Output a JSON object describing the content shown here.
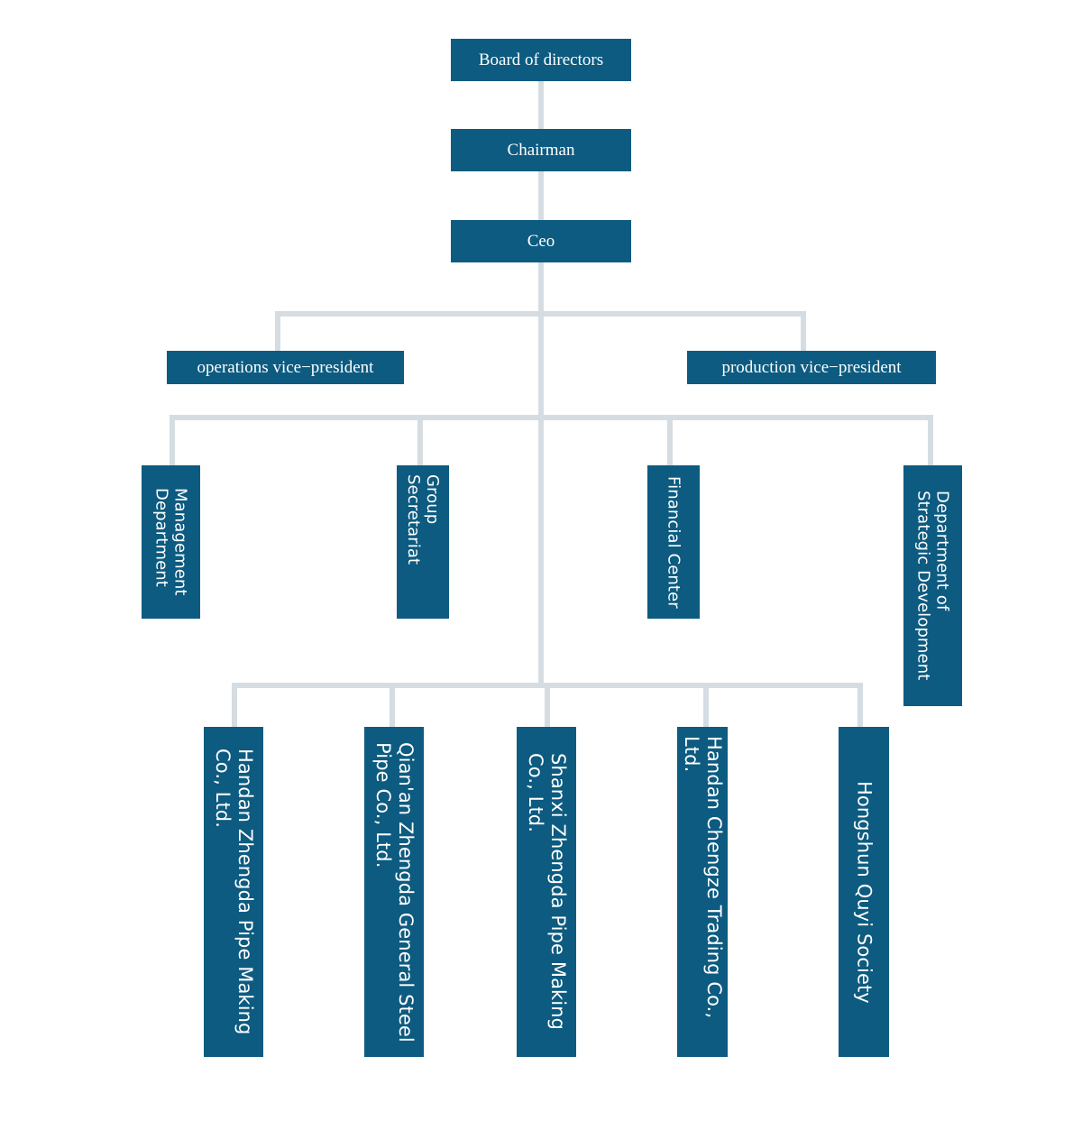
{
  "diagram": {
    "title": "Organizational structure chart",
    "colors": {
      "node_fill": "#0d5b80",
      "node_text": "#ffffff",
      "connector": "#d5dde2",
      "background": "#ffffff"
    }
  },
  "nodes": {
    "board": {
      "label": "Board of directors"
    },
    "chairman": {
      "label": "Chairman"
    },
    "ceo": {
      "label": "Ceo"
    },
    "vp_operations": {
      "label": "operations vice−president"
    },
    "vp_production": {
      "label": "production vice−president"
    },
    "departments": [
      {
        "label": "Management\nDepartment"
      },
      {
        "label": "Group Secretariat"
      },
      {
        "label": "Financial Center"
      },
      {
        "label": "Department of\nStrategic Development"
      }
    ],
    "subsidiaries": [
      {
        "label": "Handan Zhengda Pipe Making\nCo., Ltd."
      },
      {
        "label": "Qian'an Zhengda General Steel\nPipe Co., Ltd."
      },
      {
        "label": "Shanxi Zhengda Pipe Making\nCo., Ltd."
      },
      {
        "label": "Handan Chengze Trading Co., Ltd."
      },
      {
        "label": "Hongshun Quyi Society"
      }
    ]
  }
}
